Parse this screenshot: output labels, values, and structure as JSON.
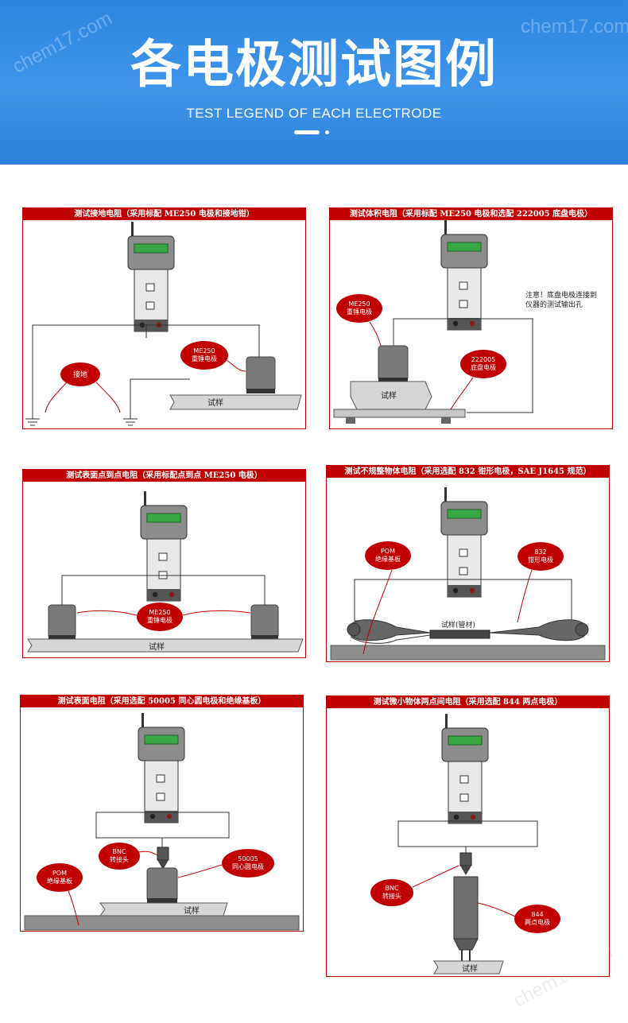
{
  "header": {
    "title": "各电极测试图例",
    "subtitle": "TEST LEGEND OF EACH ELECTRODE",
    "watermark": "chem17.com"
  },
  "colors": {
    "banner": "#3a8fe6",
    "panel_border": "#c00000",
    "callout": "#c00000",
    "meter_body": "#8c8c8c",
    "meter_screen": "#3aa745"
  },
  "panels": [
    {
      "title": "测试接地电阻（采用标配 ME250 电极和接地钳）",
      "labels": {
        "electrode": "ME250\n重锤电极",
        "ground": "接地",
        "sample": "试样"
      }
    },
    {
      "title": "测试体积电阻（采用标配 ME250 电极和选配 222005 底盘电极）",
      "labels": {
        "electrode": "ME250\n重锤电极",
        "base": "222005\n底盘电极",
        "note": "注意！底盘电极连接到\n仪器的测试输出孔",
        "sample": "试样"
      }
    },
    {
      "title": "测试表面点到点电阻（采用标配点到点 ME250 电极）",
      "labels": {
        "electrode": "ME250\n重锤电极",
        "sample": "试样"
      }
    },
    {
      "title": "测试不规整物体电阻（采用选配 832 钳形电极，SAE J1645 规范）",
      "labels": {
        "pom": "POM\n绝缘基板",
        "clamp": "832\n钳形电极",
        "sample": "试样(管材)"
      }
    },
    {
      "title": "测试表面电阻（采用选配 50005 同心圆电极和绝缘基板）",
      "labels": {
        "pom": "POM\n绝缘基板",
        "bnc": "BNC\n转接头",
        "ring": "50005\n同心圆电极",
        "sample": "试样"
      }
    },
    {
      "title": "测试微小物体两点间电阻（采用选配 844 两点电极）",
      "labels": {
        "bnc": "BNC\n转接头",
        "probe": "844\n两点电极",
        "sample": "试样"
      }
    }
  ]
}
